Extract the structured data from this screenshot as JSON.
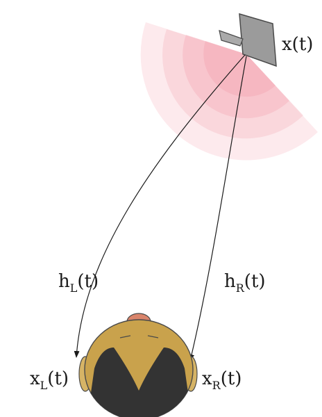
{
  "labels": {
    "source": {
      "main": "x",
      "arg": "(t)"
    },
    "h_left": {
      "main": "h",
      "sub": "L",
      "arg": "(t)"
    },
    "h_right": {
      "main": "h",
      "sub": "R",
      "arg": "(t)"
    },
    "x_left": {
      "main": "x",
      "sub": "L",
      "arg": "(t)"
    },
    "x_right": {
      "main": "x",
      "sub": "R",
      "arg": "(t)"
    }
  },
  "colors": {
    "sound_wave": "#f28a99",
    "speaker": "#9b9b9b",
    "speaker_outline": "#4a4a4a",
    "arrow": "#1a1a1a",
    "face": "#c9a24c",
    "hair": "#333333",
    "ear": "#d6b466",
    "nose": "#d9846b",
    "text": "#1a1a1a"
  },
  "icons": {
    "source": "loudspeaker-icon",
    "listener": "listener-head-icon"
  }
}
